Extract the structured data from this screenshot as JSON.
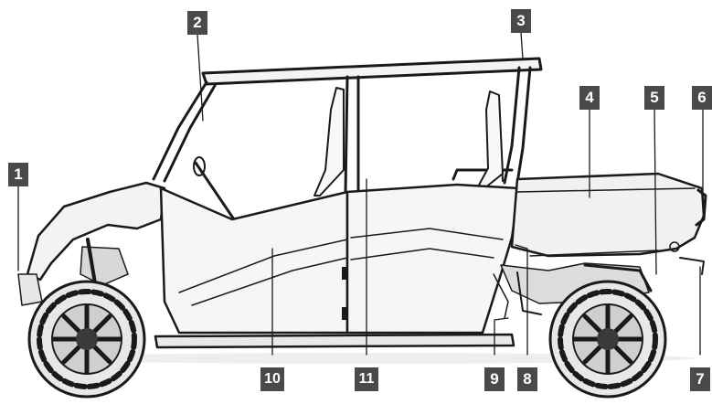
{
  "callouts": {
    "c1": "1",
    "c2": "2",
    "c3": "3",
    "c4": "4",
    "c5": "5",
    "c6": "6",
    "c7": "7",
    "c8": "8",
    "c9": "9",
    "c10": "10",
    "c11": "11"
  },
  "colors": {
    "callout_bg": "#4a4a4a",
    "callout_text": "#ffffff",
    "line": "#1a1a1a"
  }
}
